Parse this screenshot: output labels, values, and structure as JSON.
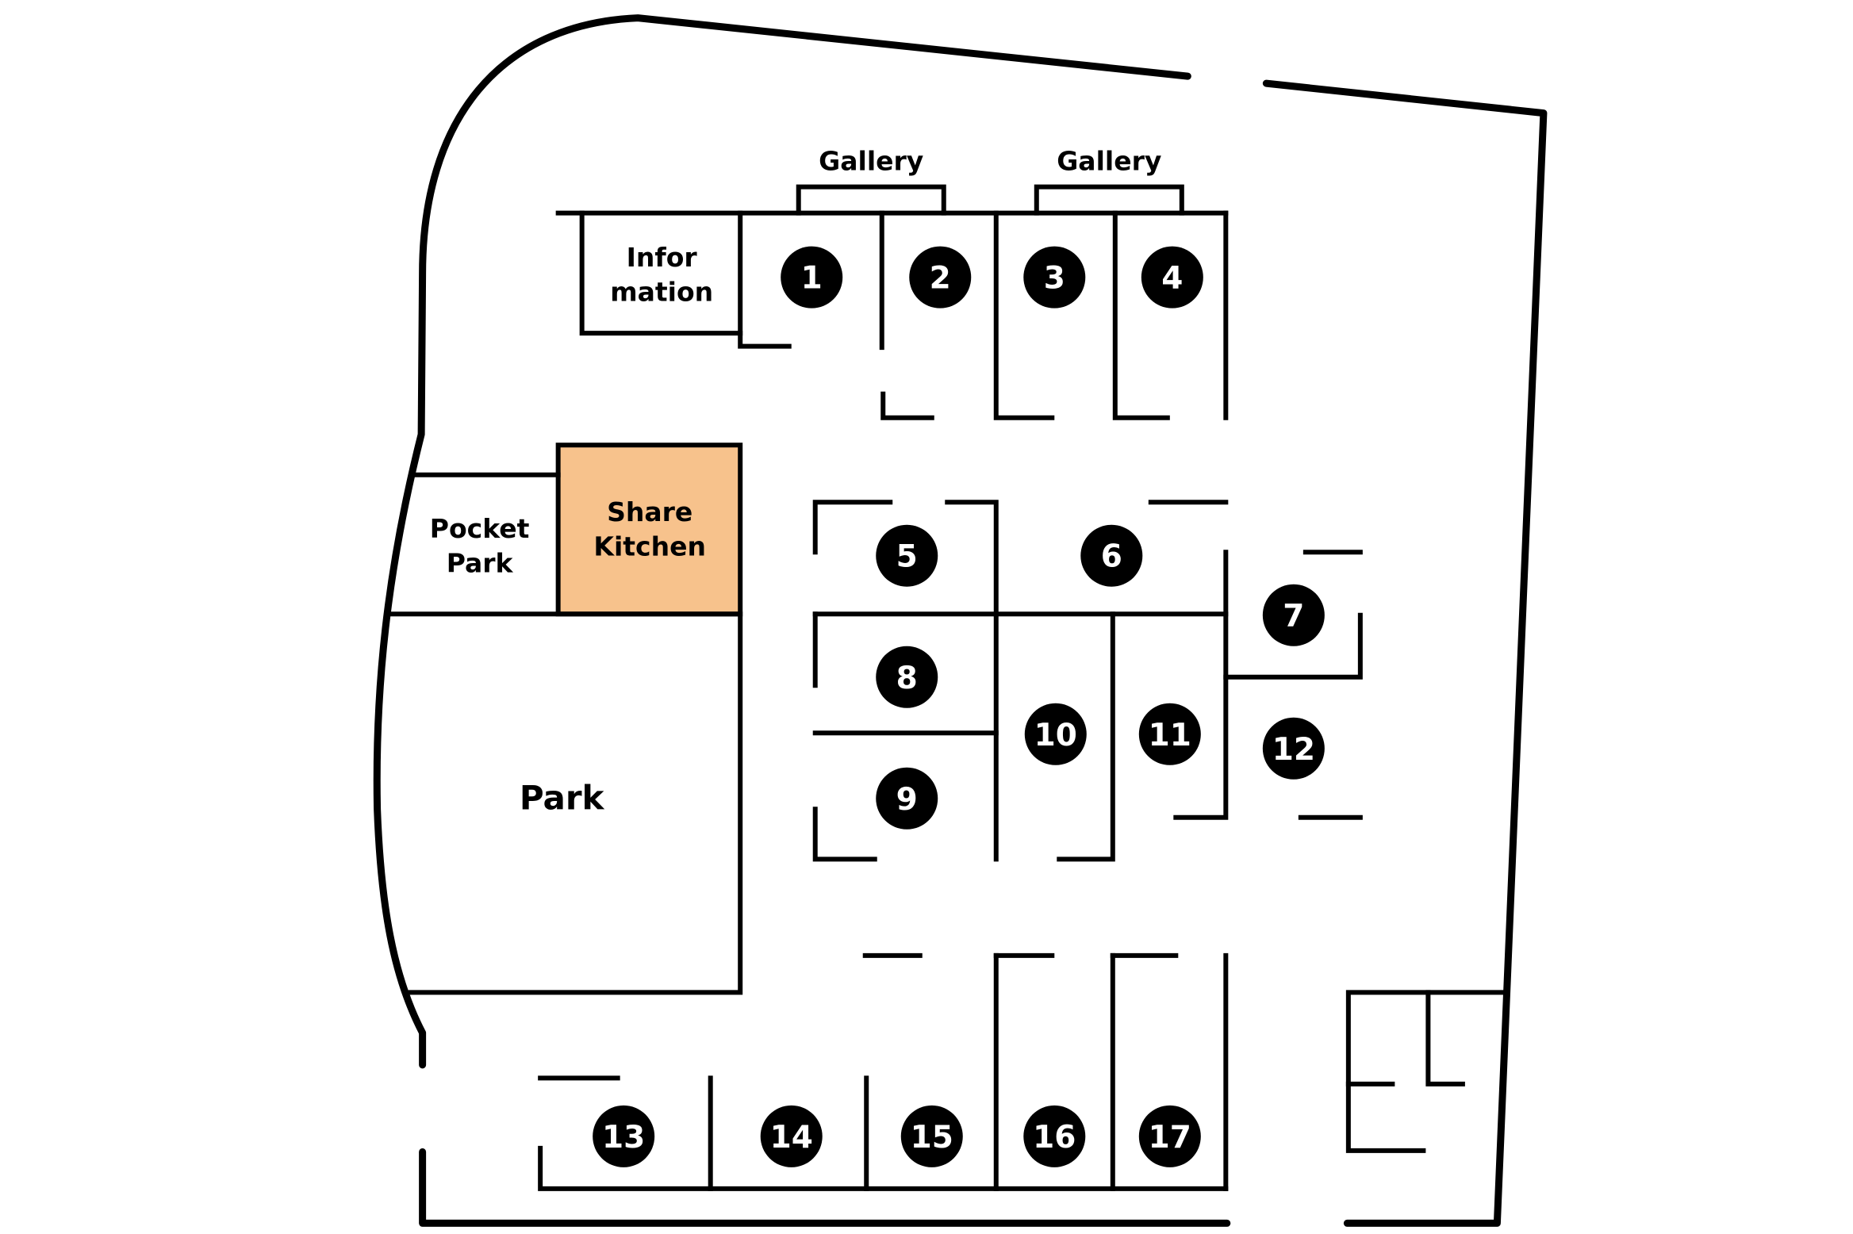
{
  "map": {
    "colors": {
      "highlight": "#F7C28C",
      "wall": "#000000",
      "marker": "#000000",
      "marker_text": "#FFFFFF"
    },
    "areas": {
      "gallery_left": "Gallery",
      "gallery_right": "Gallery",
      "information_line1": "Infor",
      "information_line2": "mation",
      "pocket_park_line1": "Pocket",
      "pocket_park_line2": "Park",
      "share_kitchen_line1": "Share",
      "share_kitchen_line2": "Kitchen",
      "park": "Park"
    },
    "units": [
      "1",
      "2",
      "3",
      "4",
      "5",
      "6",
      "7",
      "8",
      "9",
      "10",
      "11",
      "12",
      "13",
      "14",
      "15",
      "16",
      "17"
    ]
  }
}
